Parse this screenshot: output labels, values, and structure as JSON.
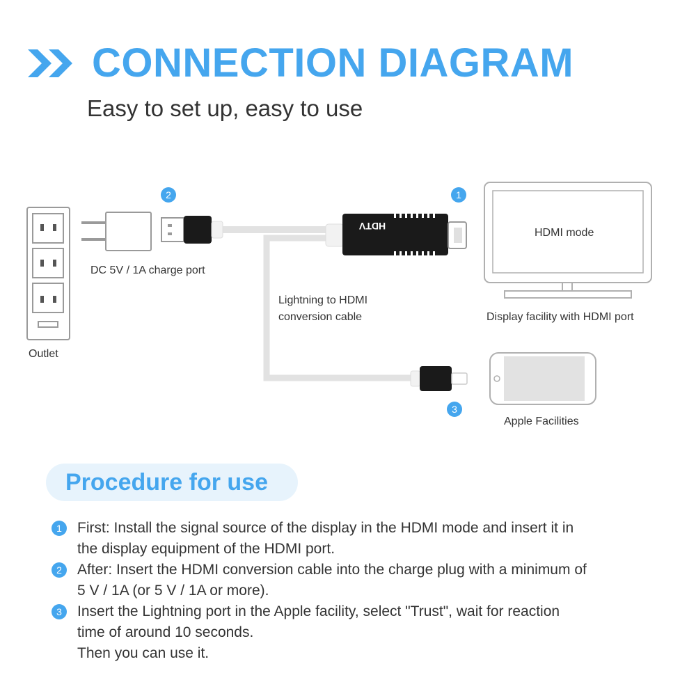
{
  "header": {
    "title": "CONNECTION DIAGRAM",
    "subtitle": "Easy to set up, easy to use"
  },
  "diagram": {
    "outlet_label": "Outlet",
    "charger_label": "DC 5V / 1A charge port",
    "cable_label": "Lightning to HDMI conversion cable",
    "adapter_text": "HDTV",
    "tv_screen_text": "HDMI mode",
    "tv_label": "Display facility with HDMI port",
    "phone_label": "Apple Facilities",
    "badges": [
      "1",
      "2",
      "3"
    ]
  },
  "procedure": {
    "title": "Procedure for use",
    "steps": [
      {
        "num": "1",
        "lines": [
          "First: Install the signal source of the display in the HDMI mode and insert it in",
          "the display equipment of the HDMI port."
        ]
      },
      {
        "num": "2",
        "lines": [
          "After: Insert the HDMI conversion cable into the charge plug with a minimum of",
          "5 V / 1A (or 5 V / 1A or more)."
        ]
      },
      {
        "num": "3",
        "lines": [
          "Insert the Lightning port in the Apple facility, select \"Trust\", wait for reaction",
          "time of around 10 seconds.",
          "Then you can use it."
        ]
      }
    ]
  },
  "colors": {
    "accent": "#45a6ee",
    "pill_bg": "#e7f3fc",
    "device_black": "#1a1a1a",
    "device_gray": "#9a9a9a"
  }
}
